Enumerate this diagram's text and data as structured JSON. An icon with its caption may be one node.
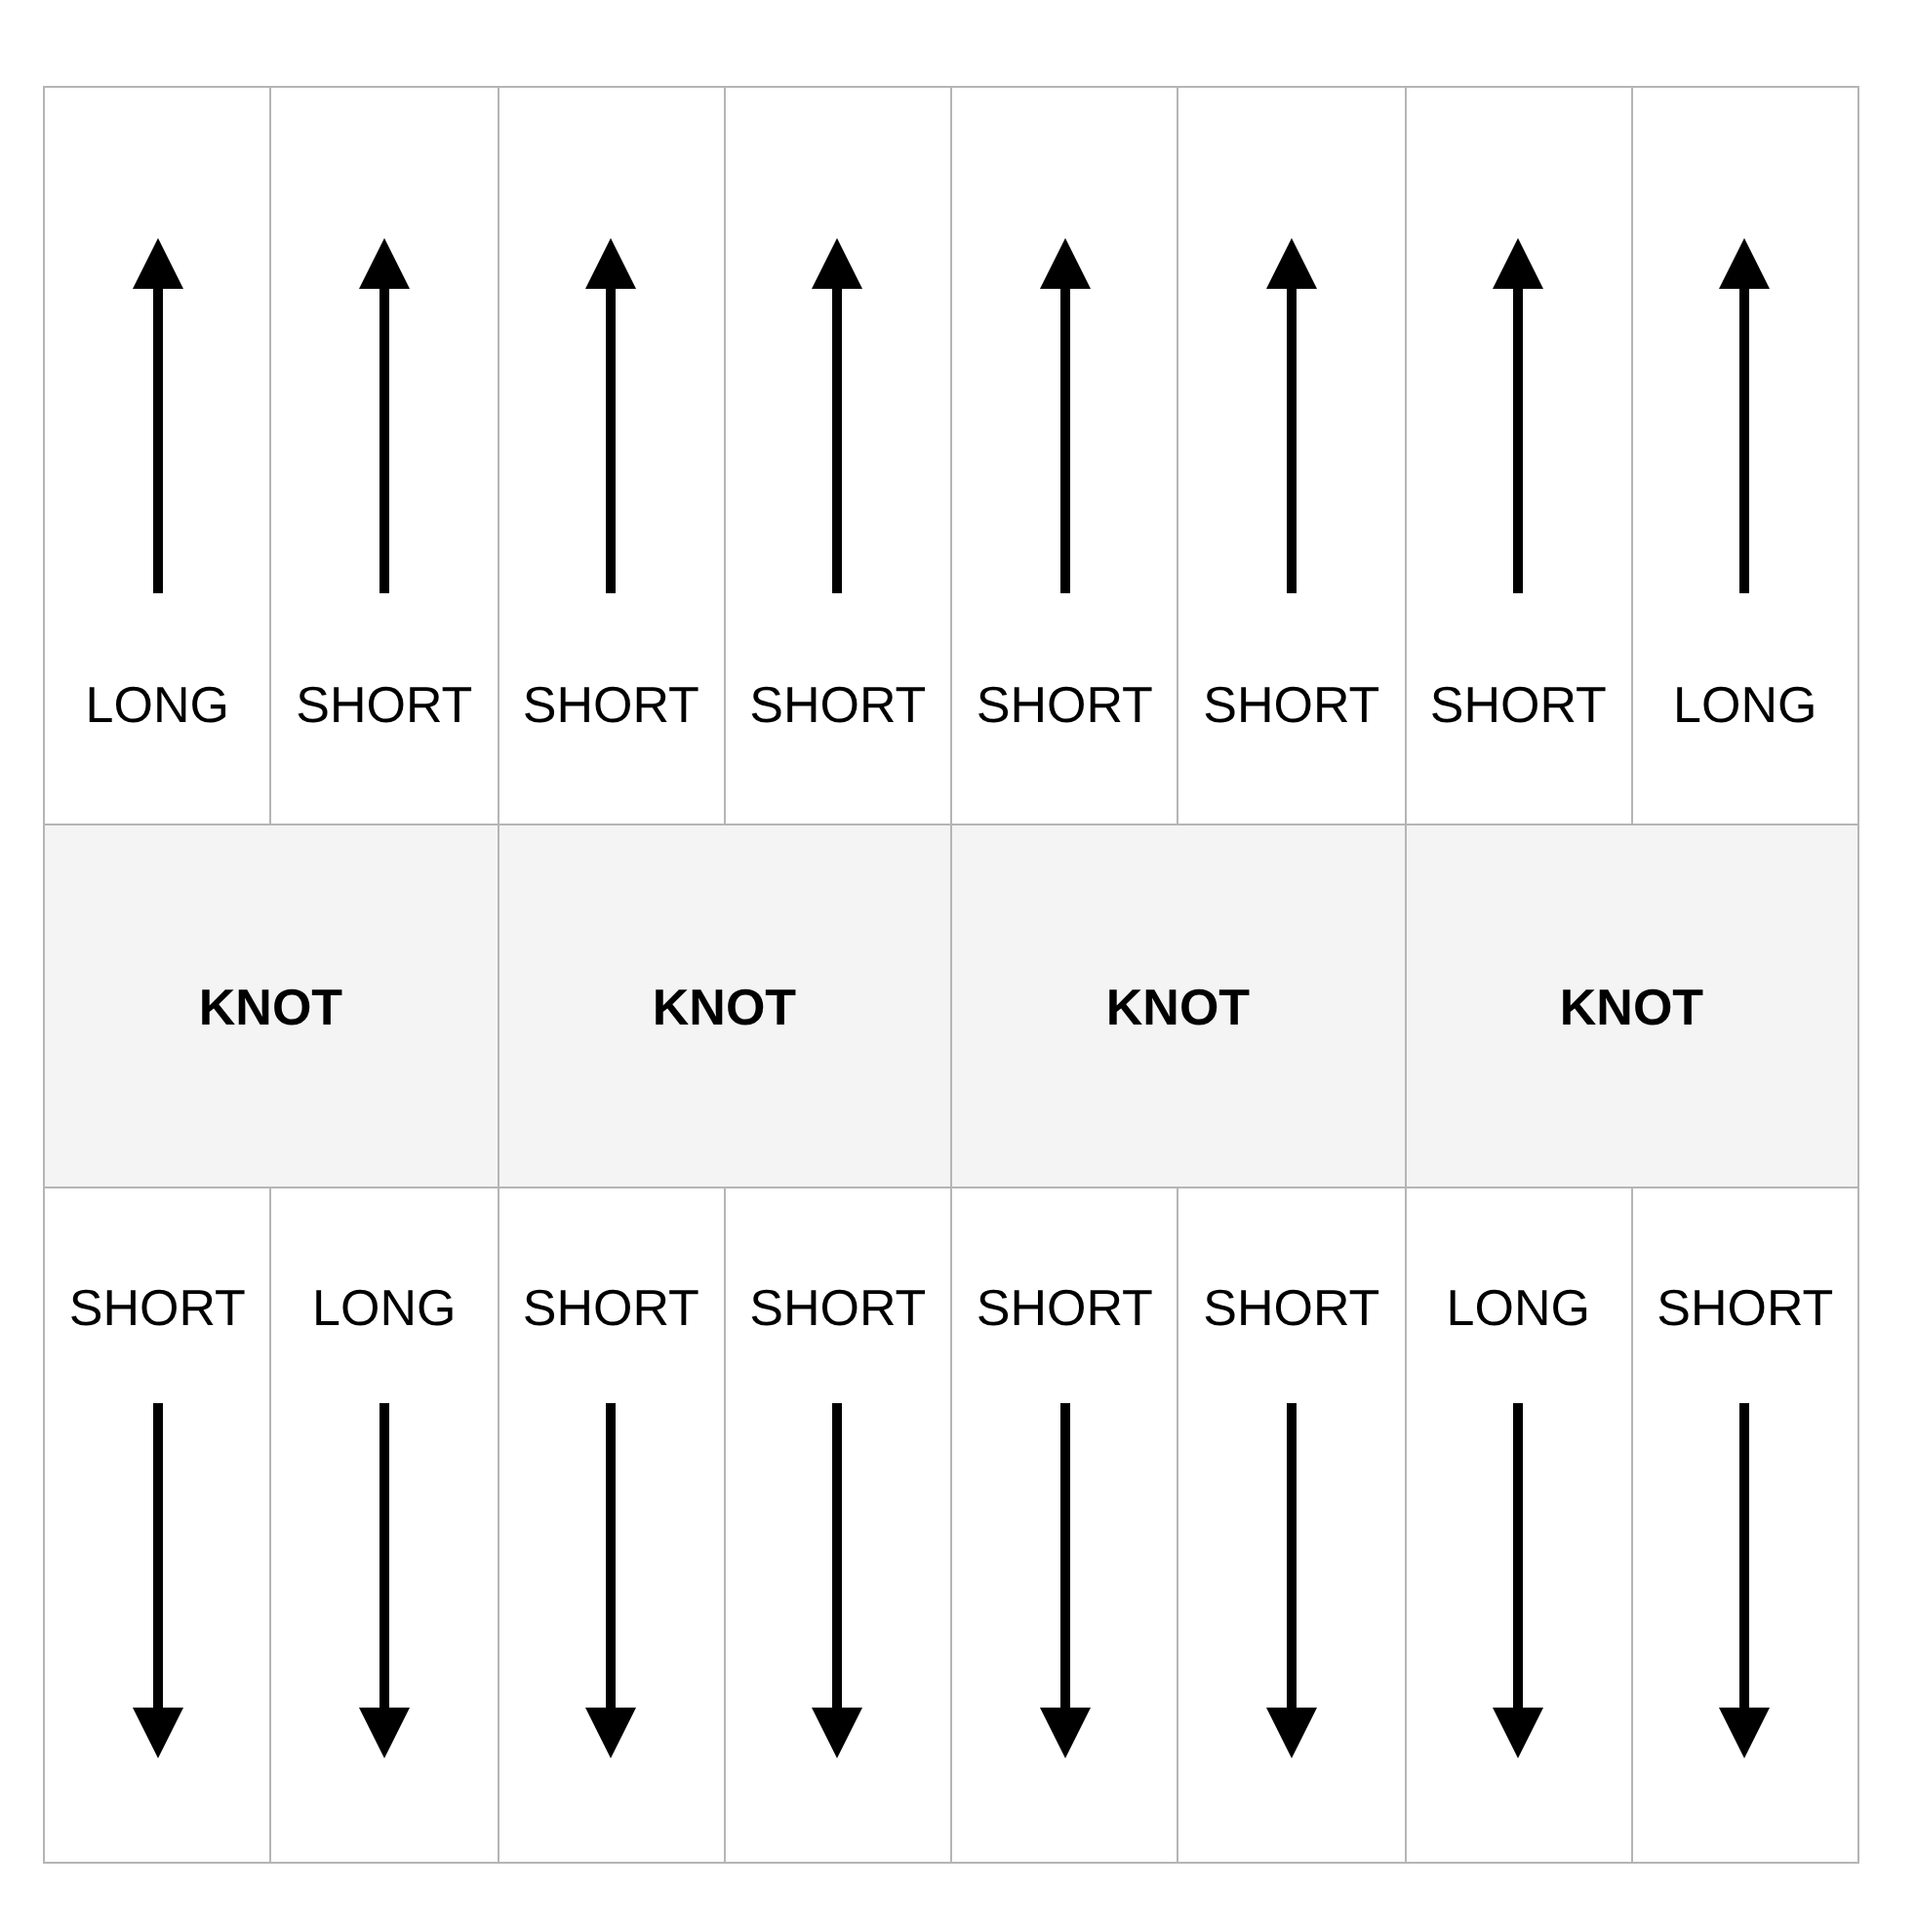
{
  "diagram": {
    "nodes": [
      {
        "text": [
          "LONG"
        ]
      },
      {
        "text": [
          "SHORT"
        ]
      },
      {
        "text": [
          "SHORT"
        ]
      },
      {
        "text": [
          "SHORT"
        ]
      },
      {
        "text": [
          "SHORT"
        ]
      },
      {
        "text": [
          "SHORT"
        ]
      },
      {
        "text": [
          "SHORT"
        ]
      },
      {
        "text": [
          "LONG"
        ]
      },
      {
        "text": [
          "KNOT"
        ]
      },
      {
        "text": [
          "KNOT"
        ]
      },
      {
        "text": [
          "KNOT"
        ]
      },
      {
        "text": [
          "KNOT"
        ]
      },
      {
        "text": [
          "SHORT"
        ]
      },
      {
        "text": [
          "LONG"
        ]
      },
      {
        "text": [
          "SHORT"
        ]
      },
      {
        "text": [
          "SHORT"
        ]
      },
      {
        "text": [
          "SHORT"
        ]
      },
      {
        "text": [
          "SHORT"
        ]
      },
      {
        "text": [
          "LONG"
        ]
      },
      {
        "text": [
          "SHORT"
        ]
      }
    ]
  }
}
